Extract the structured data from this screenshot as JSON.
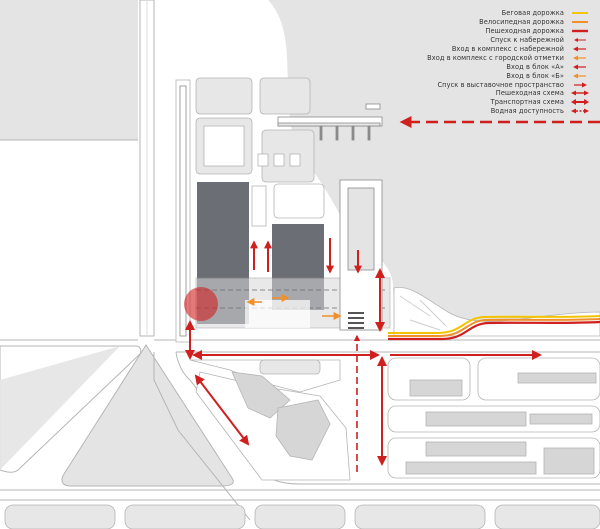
{
  "map": {
    "colors": {
      "water": "#e4e4e4",
      "land": "#ffffff",
      "block": "#e7e7e7",
      "building_dark": "#6b6e74",
      "building_light": "#d6d6d6",
      "road_edge": "#b5b5b5",
      "red": "#d01f1f",
      "orange": "#f0902a",
      "yellow": "#f2c400"
    }
  },
  "legend": {
    "items": [
      {
        "label": "Беговая дорожка",
        "icon": "running-track-swatch"
      },
      {
        "label": "Велосипедная дорожка",
        "icon": "bike-lane-swatch"
      },
      {
        "label": "Пешеходная дорожка",
        "icon": "pedestrian-path-swatch"
      },
      {
        "label": "Спуск к набережной",
        "icon": "descent-embankment-arrow"
      },
      {
        "label": "Вход в комплекс с набережной",
        "icon": "entry-from-embankment-arrow"
      },
      {
        "label": "Вход в комплекс с городской отметки",
        "icon": "entry-from-city-level-arrow"
      },
      {
        "label": "Вход в блок «А»",
        "icon": "entry-block-a-arrow"
      },
      {
        "label": "Вход в блок «Б»",
        "icon": "entry-block-b-arrow"
      },
      {
        "label": "Спуск в выставочное пространство",
        "icon": "descent-exhibition-arrow"
      },
      {
        "label": "Пешеходная схема",
        "icon": "pedestrian-scheme-arrow"
      },
      {
        "label": "Транспортная схема",
        "icon": "transport-scheme-arrow"
      },
      {
        "label": "Водная доступность",
        "icon": "water-access-arrow"
      }
    ]
  }
}
